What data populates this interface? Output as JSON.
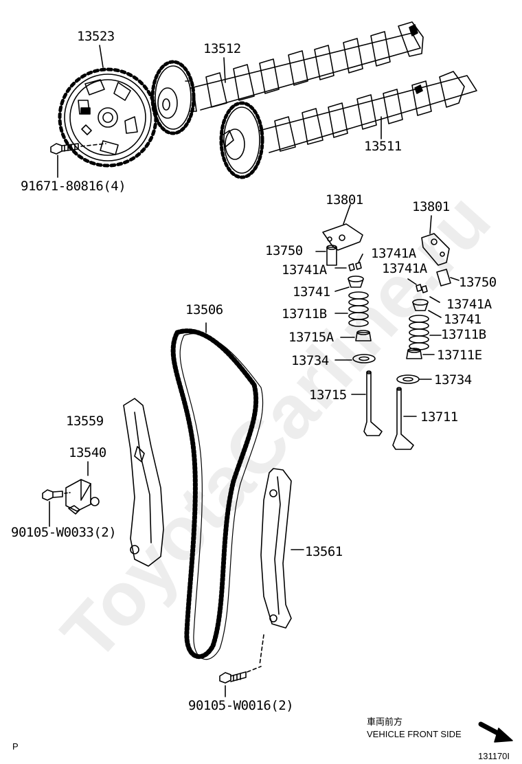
{
  "watermark": "ToyotaCarline.ru",
  "labels": {
    "p13523": "13523",
    "p13512": "13512",
    "p13511": "13511",
    "p91671": "91671-80816(4)",
    "p13801a": "13801",
    "p13801b": "13801",
    "p13750a": "13750",
    "p13741Aa": "13741A",
    "p13741Ab": "13741A",
    "p13741Ac": "13741A",
    "p13741Ad": "13741A",
    "p13750b": "13750",
    "p13741a": "13741",
    "p13741b": "13741",
    "p13711Ba": "13711B",
    "p13711Bb": "13711B",
    "p13506": "13506",
    "p13715A": "13715A",
    "p13711E": "13711E",
    "p13734a": "13734",
    "p13734b": "13734",
    "p13715": "13715",
    "p13711": "13711",
    "p13559": "13559",
    "p13540": "13540",
    "p90105a": "90105-W0033(2)",
    "p13561": "13561",
    "p90105b": "90105-W0016(2)"
  },
  "footer": {
    "direction_jp": "車両前方",
    "direction_en": "VEHICLE FRONT SIDE",
    "page_mark": "P",
    "figure_code": "131170I"
  }
}
